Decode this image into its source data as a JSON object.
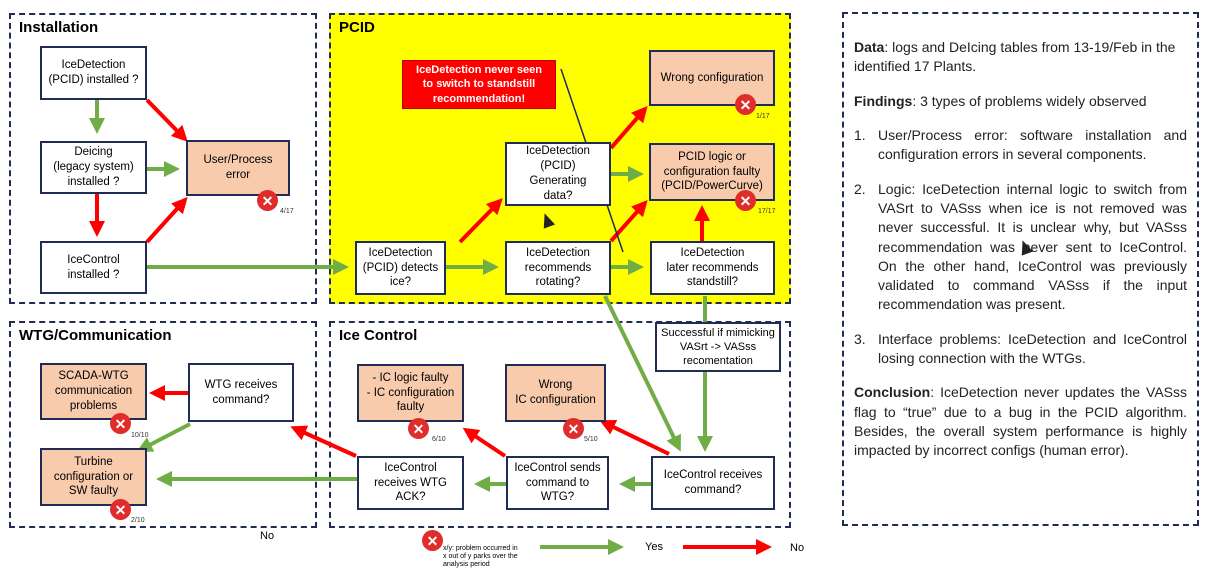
{
  "panels": {
    "installation": "Installation",
    "pcid": "PCID",
    "wtg": "WTG/Communication",
    "icecontrol": "Ice Control"
  },
  "boxes": {
    "ice_detection_installed": "IceDetection\n(PCID) installed ?",
    "deicing_installed": "Deicing\n(legacy system)\ninstalled ?",
    "icecontrol_installed": "IceControl\ninstalled ?",
    "user_process_error": "User/Process\nerror",
    "alert_never_seen": "IceDetection never seen\nto switch to standstill\nrecommendation!",
    "wrong_configuration": "Wrong configuration",
    "pcid_generating": "IceDetection\n(PCID)\nGenerating\ndata?",
    "pcid_logic_faulty": "PCID logic or\nconfiguration faulty\n(PCID/PowerCurve)",
    "pcid_detects_ice": "IceDetection\n(PCID) detects\nice?",
    "recommends_rotating": "IceDetection\nrecommends\nrotating?",
    "later_standstill": "IceDetection\nlater recommends\nstandstill?",
    "scada_wtg": "SCADA-WTG\ncommunication\nproblems",
    "wtg_receives": "WTG receives\ncommand?",
    "turbine_config": "Turbine\nconfiguration or\nSW faulty",
    "ic_logic_faulty": "- IC logic faulty\n- IC configuration\nfaulty",
    "wrong_ic_config": "Wrong\nIC configuration",
    "successful_note": "Successful if mimicking\nVASrt -> VASss\nrecomentation",
    "icecontrol_receives_ack": "IceControl\nreceives WTG\nACK?",
    "icecontrol_sends": "IceControl sends\ncommand to\nWTG?",
    "icecontrol_receives_cmd": "IceControl receives\ncommand?"
  },
  "ratios": {
    "user_process": "4/17",
    "wrong_config": "1/17",
    "pcid_logic": "17/17",
    "scada": "10/10",
    "turbine": "2/10",
    "ic_logic": "6/10",
    "wrong_ic": "5/10"
  },
  "xmark_symbol": "✕",
  "labels": {
    "no_bottom": "No"
  },
  "legend": {
    "x_desc": "x/y: problem occurred in\nx out of y parks over the\nanalysis period",
    "yes": "Yes",
    "no": "No"
  },
  "findings": {
    "data_label": "Data",
    "data_text": ": logs and DeIcing tables from 13-19/Feb in the identified 17 Plants.",
    "findings_label": "Findings",
    "findings_text": ": 3 types of problems widely observed",
    "items": [
      {
        "num": "1.",
        "text": "User/Process error: software installation and configuration errors in several components."
      },
      {
        "num": "2.",
        "text": "Logic: IceDetection internal logic to switch from VASrt to VASss when ice is not removed was never successful. It is unclear why, but VASss recommendation was never sent to IceControl. On the other hand, IceControl was previously validated to command VASss if the input recommendation was present."
      },
      {
        "num": "3.",
        "text": "Interface problems: IceDetection and IceControl losing connection with the WTGs."
      }
    ],
    "conclusion_label": "Conclusion",
    "conclusion_text": ": IceDetection never updates the VASss flag to “true” due to a bug in the PCID algorithm. Besides, the overall system performance is highly impacted by incorrect configs (human error)."
  },
  "colors": {
    "yes_arrow": "#70ad47",
    "no_arrow": "#ff0000",
    "pcid_bg": "#ffff00",
    "error_box": "#f8cbad",
    "border": "#1f2d55"
  }
}
